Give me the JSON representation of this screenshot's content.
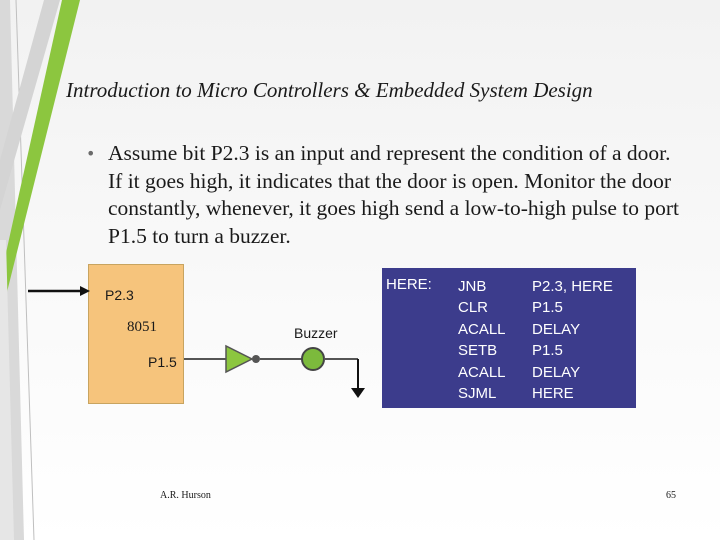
{
  "header": {
    "title": "Introduction to Micro Controllers & Embedded System Design"
  },
  "body": {
    "bullet_icon": "bullet-dot-icon",
    "bullet_text": "Assume bit P2.3 is an input and represent the condition of a door.  If it goes high, it indicates that the door is open.  Monitor the door constantly, whenever, it goes high send a low-to-high pulse to port P1.5 to turn a buzzer."
  },
  "diagram": {
    "input_pin": "P2.3",
    "chip_name": "8051",
    "output_pin": "P1.5",
    "buzzer_label": "Buzzer",
    "chip_color": "#f6c47c",
    "buzzer_color": "#7cba3c"
  },
  "code": {
    "label": "HERE:",
    "lines": [
      {
        "op": "JNB",
        "arg": "P2.3, HERE"
      },
      {
        "op": "CLR",
        "arg": "P1.5"
      },
      {
        "op": "ACALL",
        "arg": "DELAY"
      },
      {
        "op": "SETB",
        "arg": "P1.5"
      },
      {
        "op": "ACALL",
        "arg": "DELAY"
      },
      {
        "op": "SJML",
        "arg": "HERE"
      }
    ],
    "box_color": "#3c3c8c"
  },
  "footer": {
    "author": "A.R. Hurson",
    "page_number": "65"
  },
  "theme": {
    "accent_green": "#8cc63f",
    "accent_grey": "#a6a6a6"
  }
}
